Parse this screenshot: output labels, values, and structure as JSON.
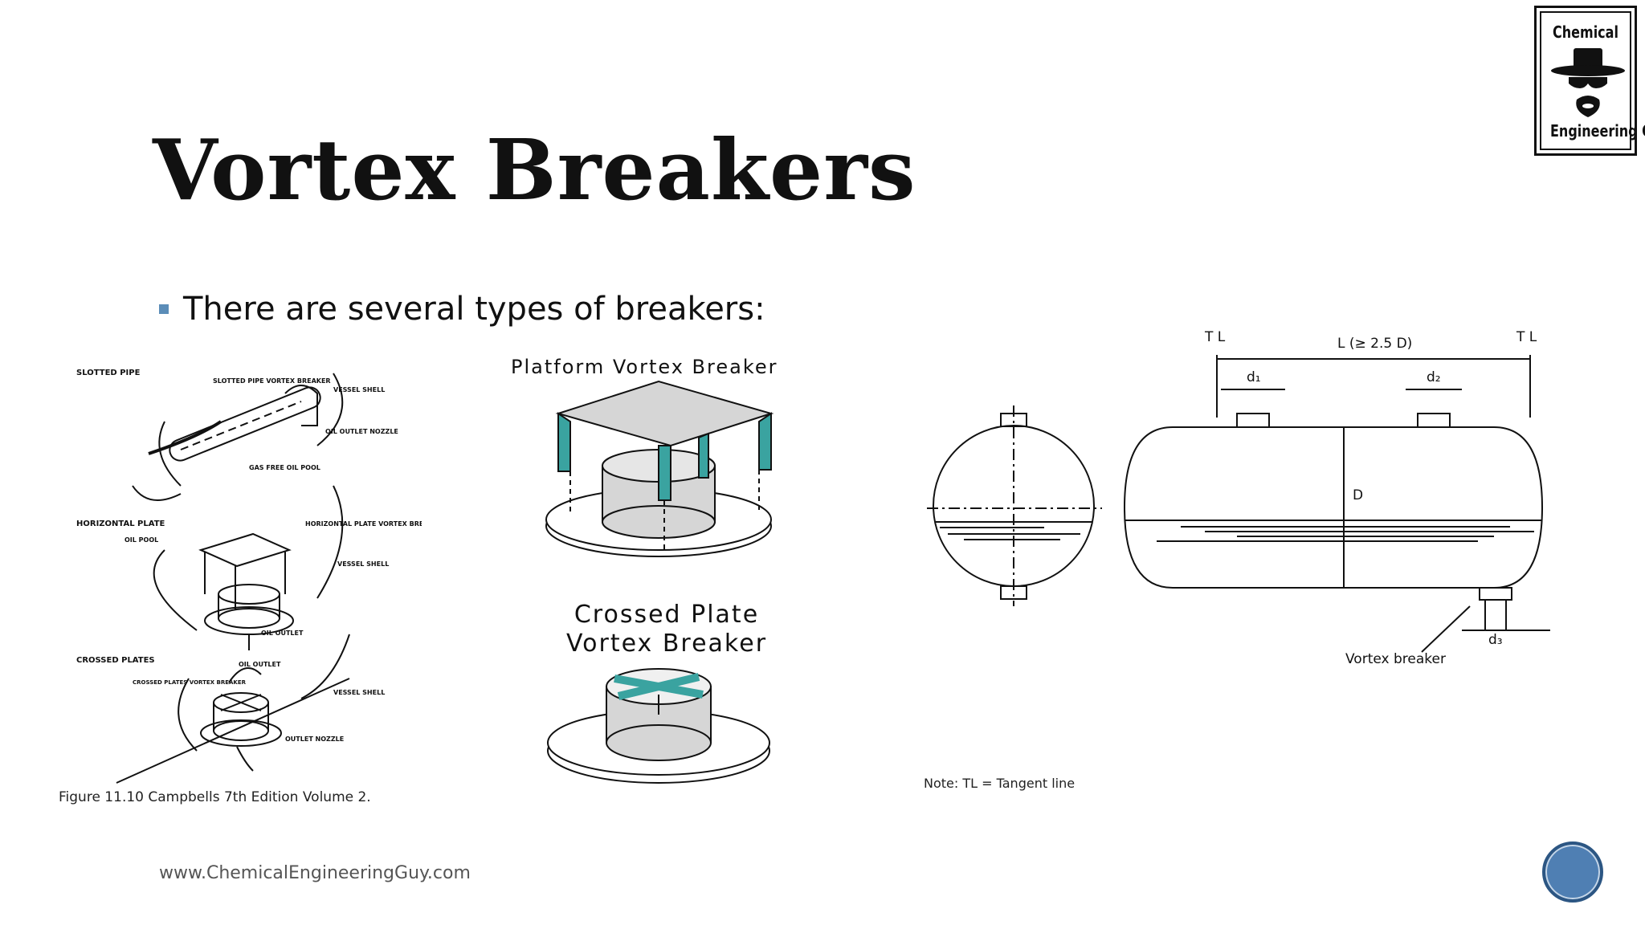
{
  "slide": {
    "title": "Vortex Breakers",
    "bullet": "There are several types of breakers:",
    "footer_url": "www.ChemicalEngineeringGuy.com"
  },
  "logo": {
    "top_text": "Chemical",
    "bottom_text": "Engineering Guy"
  },
  "figure_left": {
    "labels": {
      "slotted_pipe": "SLOTTED PIPE",
      "slotted_pipe_breaker": "SLOTTED PIPE VORTEX BREAKER",
      "vessel_shell_1": "VESSEL SHELL",
      "oil_outlet_nozzle": "OIL OUTLET NOZZLE",
      "gas_free_oil_pool": "GAS FREE OIL POOL",
      "horizontal_plate": "HORIZONTAL PLATE",
      "oil_pool": "OIL POOL",
      "horizontal_plate_breaker": "HORIZONTAL PLATE VORTEX BREAKER",
      "vessel_shell_2": "VESSEL SHELL",
      "oil_outlet_1": "OIL OUTLET",
      "crossed_plates": "CROSSED PLATES",
      "oil_outlet_2": "OIL OUTLET",
      "crossed_plates_breaker": "CROSSED PLATES VORTEX BREAKER",
      "vessel_shell_3": "VESSEL SHELL",
      "outlet_nozzle": "OUTLET NOZZLE"
    },
    "caption": "Figure 11.10 Campbells 7th Edition Volume 2."
  },
  "figure_middle": {
    "platform_label": "Platform Vortex Breaker",
    "crossed_label_line1": "Crossed Plate",
    "crossed_label_line2": "Vortex Breaker",
    "accent_color": "#3aa3a0"
  },
  "figure_right": {
    "tl_left": "T L",
    "tl_right": "T L",
    "length": "L (≥ 2.5 D)",
    "d1": "d₁",
    "d2": "d₂",
    "d3": "d₃",
    "diameter": "D",
    "vortex_breaker": "Vortex breaker",
    "note": "Note: TL = Tangent line"
  }
}
